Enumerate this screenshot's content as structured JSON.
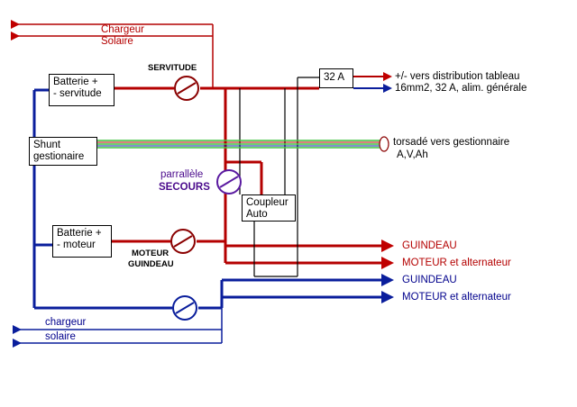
{
  "labels": {
    "chargeur_solaire_top": [
      "Chargeur",
      "Solaire"
    ],
    "servitude": "SERVITUDE",
    "distribution": [
      "+/- vers distribution tableau",
      "16mm2, 32 A, alim. générale"
    ],
    "torsade": [
      "torsadé vers gestionnaire",
      "A,V,Ah"
    ],
    "parallele": [
      "parrallèle",
      "SECOURS"
    ],
    "moteur_guindeau": [
      "MOTEUR",
      "GUINDEAU"
    ],
    "guindeau_red": "GUINDEAU",
    "moteur_alt_red": "MOTEUR et alternateur",
    "guindeau_blue": "GUINDEAU",
    "moteur_alt_blue": "MOTEUR et alternateur",
    "chargeur_bottom": "chargeur",
    "solaire_bottom": "solaire"
  },
  "boxes": {
    "batterie_servitude": [
      "Batterie +",
      "- servitude"
    ],
    "shunt": [
      "Shunt",
      "gestionaire"
    ],
    "batterie_moteur": [
      "Batterie +",
      "- moteur"
    ],
    "coupleur": [
      "Coupleur",
      "Auto"
    ],
    "fuse": "32 A"
  },
  "colors": {
    "positive": "#b40000",
    "negative": "#0a1e9c",
    "shunt_green": "#3fc23f",
    "parallel": "#5a1aa0",
    "wire": "#000000"
  }
}
